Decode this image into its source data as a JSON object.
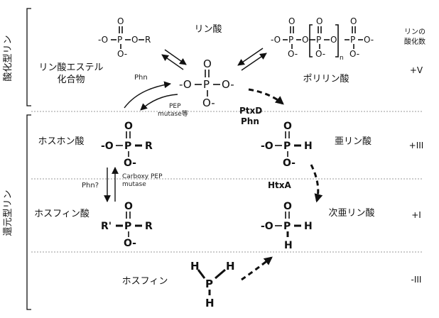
{
  "side_labels": {
    "oxidized": "酸化型リン",
    "reduced": "還元型リン"
  },
  "ox_state_header": {
    "line1": "リンの",
    "line2": "酸化数"
  },
  "ox_states": [
    "+V",
    "+III",
    "+I",
    "-III"
  ],
  "compound_labels": {
    "phosphoric_acid": "リン酸",
    "phosphate_ester_1": "リン酸エステル",
    "phosphate_ester_2": "化合物",
    "polyphosphate": "ポリリン酸",
    "phosphonic_acid": "ホスホン酸",
    "phosphite": "亜リン酸",
    "phosphinic_acid": "ホスフィン酸",
    "hypophosphite": "次亜リン酸",
    "phosphine": "ホスフィン"
  },
  "enzymes": {
    "phn_upper": "Phn",
    "pep_mutase_1": "PEP",
    "pep_mutase_2": "mutase等",
    "ptxd": "PtxD",
    "phn_right": "Phn",
    "phn_q": "Phn?",
    "carboxy_pep": "Carboxy PEP",
    "mutase": "mutase",
    "htxa": "HtxA"
  },
  "atoms": {
    "O": "O",
    "O_minus": "-O",
    "O_minus_super": "O-",
    "P": "P",
    "R": "R",
    "R_prime": "R'",
    "H": "H",
    "n": "n"
  }
}
